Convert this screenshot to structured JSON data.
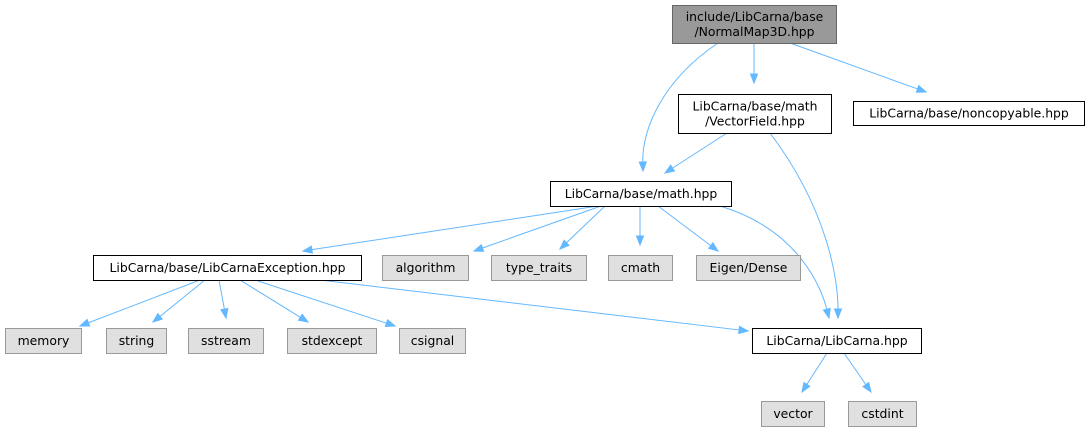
{
  "colors": {
    "root_fill": "#999999",
    "root_stroke": "#666666",
    "local_fill": "#ffffff",
    "local_stroke": "#000000",
    "system_fill": "#e0e0e0",
    "system_stroke": "#999999",
    "edge": "#63b8ff"
  },
  "nodes": [
    {
      "id": "normalmap",
      "lines": [
        "include/LibCarna/base",
        "/NormalMap3D.hpp"
      ],
      "kind": "root"
    },
    {
      "id": "vectorfield",
      "lines": [
        "LibCarna/base/math",
        "/VectorField.hpp"
      ],
      "kind": "local"
    },
    {
      "id": "noncopyable",
      "lines": [
        "LibCarna/base/noncopyable.hpp"
      ],
      "kind": "local"
    },
    {
      "id": "math",
      "lines": [
        "LibCarna/base/math.hpp"
      ],
      "kind": "local"
    },
    {
      "id": "exception",
      "lines": [
        "LibCarna/base/LibCarnaException.hpp"
      ],
      "kind": "local"
    },
    {
      "id": "algorithm",
      "lines": [
        "algorithm"
      ],
      "kind": "system"
    },
    {
      "id": "type_traits",
      "lines": [
        "type_traits"
      ],
      "kind": "system"
    },
    {
      "id": "cmath",
      "lines": [
        "cmath"
      ],
      "kind": "system"
    },
    {
      "id": "eigen",
      "lines": [
        "Eigen/Dense"
      ],
      "kind": "system"
    },
    {
      "id": "memory",
      "lines": [
        "memory"
      ],
      "kind": "system"
    },
    {
      "id": "string",
      "lines": [
        "string"
      ],
      "kind": "system"
    },
    {
      "id": "sstream",
      "lines": [
        "sstream"
      ],
      "kind": "system"
    },
    {
      "id": "stdexcept",
      "lines": [
        "stdexcept"
      ],
      "kind": "system"
    },
    {
      "id": "csignal",
      "lines": [
        "csignal"
      ],
      "kind": "system"
    },
    {
      "id": "libcarna",
      "lines": [
        "LibCarna/LibCarna.hpp"
      ],
      "kind": "local"
    },
    {
      "id": "vector",
      "lines": [
        "vector"
      ],
      "kind": "system"
    },
    {
      "id": "cstdint",
      "lines": [
        "cstdint"
      ],
      "kind": "system"
    }
  ],
  "edges": [
    {
      "from": "normalmap",
      "to": "math"
    },
    {
      "from": "normalmap",
      "to": "vectorfield"
    },
    {
      "from": "normalmap",
      "to": "noncopyable"
    },
    {
      "from": "vectorfield",
      "to": "math"
    },
    {
      "from": "vectorfield",
      "to": "libcarna"
    },
    {
      "from": "math",
      "to": "exception"
    },
    {
      "from": "math",
      "to": "algorithm"
    },
    {
      "from": "math",
      "to": "type_traits"
    },
    {
      "from": "math",
      "to": "cmath"
    },
    {
      "from": "math",
      "to": "eigen"
    },
    {
      "from": "math",
      "to": "libcarna"
    },
    {
      "from": "exception",
      "to": "memory"
    },
    {
      "from": "exception",
      "to": "string"
    },
    {
      "from": "exception",
      "to": "sstream"
    },
    {
      "from": "exception",
      "to": "stdexcept"
    },
    {
      "from": "exception",
      "to": "csignal"
    },
    {
      "from": "exception",
      "to": "libcarna"
    },
    {
      "from": "libcarna",
      "to": "vector"
    },
    {
      "from": "libcarna",
      "to": "cstdint"
    }
  ]
}
